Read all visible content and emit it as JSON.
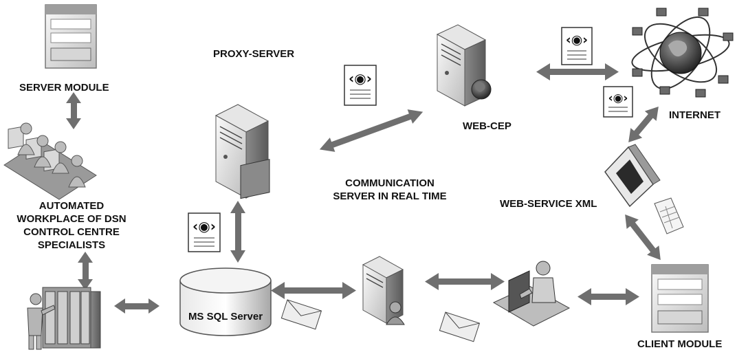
{
  "labels": {
    "server_module": "SERVER MODULE",
    "proxy_server": "PROXY-SERVER",
    "web_cep": "WEB-CEP",
    "internet": "INTERNET",
    "communication_server": "COMMUNICATION SERVER IN REAL TIME",
    "web_service_xml": "WEB-SERVICE XML",
    "automated_workplace": "AUTOMATED WORKPLACE OF DSN CONTROL CENTRE SPECIALISTS",
    "ms_sql_server": "MS SQL Server",
    "client_module": "CLIENT MODULE"
  },
  "colors": {
    "arrow": "#6f6f6f",
    "device_light": "#f2f2f2",
    "device_mid": "#c4c4c4",
    "device_dark": "#4a4a4a",
    "text": "#111111"
  },
  "icons": [
    "module-window-icon",
    "tower-server-icon",
    "web-server-icon",
    "network-globe-icon",
    "xml-document-icon",
    "database-cylinder-icon",
    "envelope-icon",
    "operators-group-icon",
    "user-workstation-icon",
    "rack-technician-icon",
    "spreadsheet-icon",
    "xml-service-icon"
  ]
}
